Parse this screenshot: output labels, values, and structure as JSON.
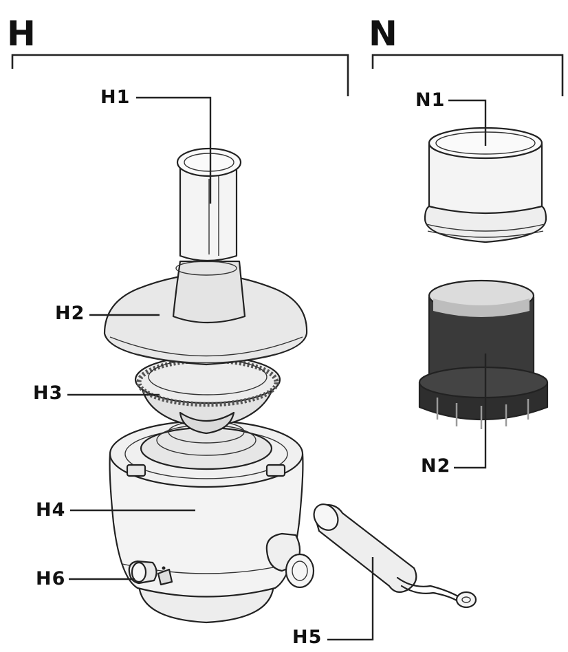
{
  "groups": {
    "h": {
      "label": "H"
    },
    "n": {
      "label": "N"
    }
  },
  "parts": {
    "h1": "H1",
    "h2": "H2",
    "h3": "H3",
    "h4": "H4",
    "h5": "H5",
    "h6": "H6",
    "n1": "N1",
    "n2": "N2"
  },
  "colors": {
    "outline": "#222222",
    "body_fill": "#f3f3f3",
    "shade": "#d8d8d8",
    "dark_part": "#3a3a3a",
    "ring": "#555555"
  }
}
